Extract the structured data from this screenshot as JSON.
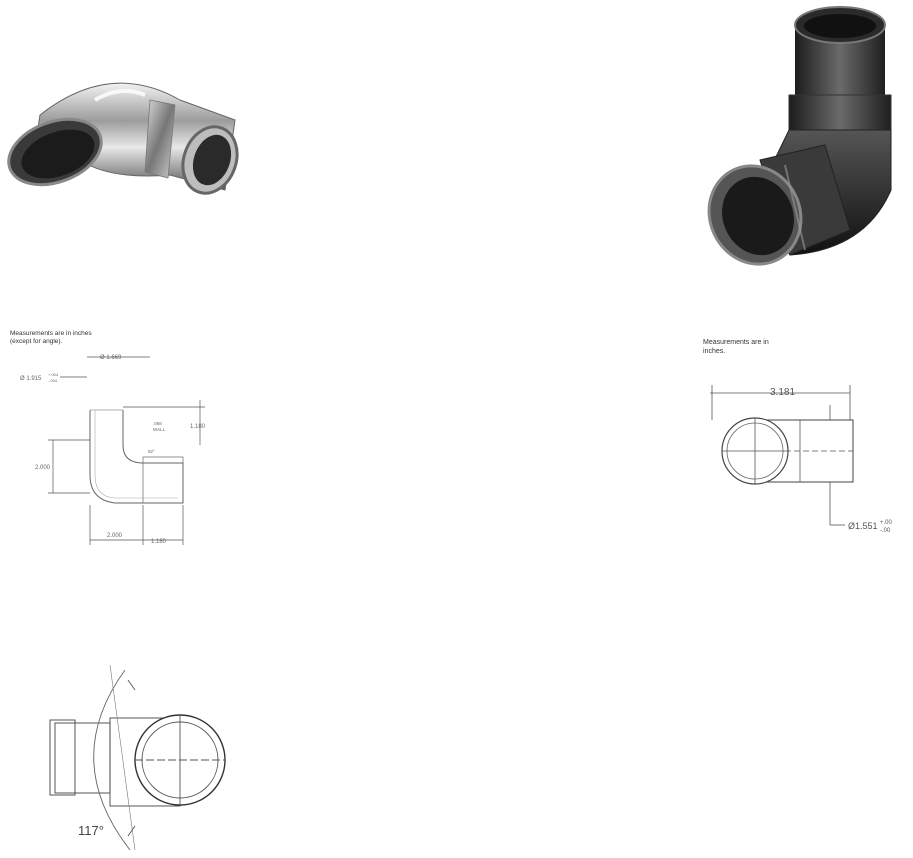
{
  "left_view": {
    "note_line1": "Measurements are in inches",
    "note_line2": "(except for angle).",
    "dim_outer_diameter": "Ø 1.915",
    "dim_outer_tol_plus": "+.004",
    "dim_outer_tol_minus": "-.004",
    "dim_inner_diameter": "Ø 1.669",
    "dim_wall": ".068",
    "dim_wall_label": "WALL",
    "dim_height": "2.000",
    "dim_top_right": "1.180",
    "dim_bottom_left": "2.000",
    "dim_bottom_right": "1.180",
    "dim_angle_small": "92°",
    "angle_label": "117°"
  },
  "right_view": {
    "note_line1": "Measurements are in",
    "note_line2": "inches.",
    "dim_length": "3.181",
    "dim_diameter": "Ø1.551",
    "dim_tol_plus": "+.00",
    "dim_tol_minus": "-.00"
  },
  "colors": {
    "metal_dark": "#2a2a2a",
    "metal_mid": "#6b6b6b",
    "metal_light": "#d9d9d9",
    "line": "#555555"
  }
}
